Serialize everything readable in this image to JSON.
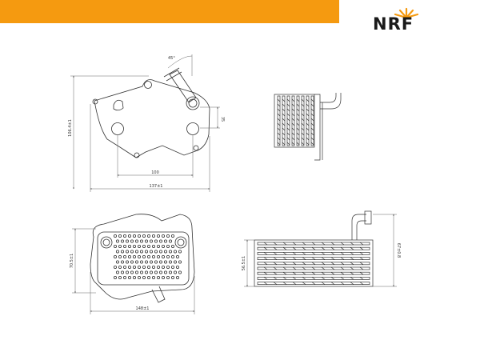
{
  "header": {
    "brand_color": "#f59a10",
    "logo_text": "NRF",
    "logo_icon": "nrf-sunburst-icon"
  },
  "dimensions": {
    "angle_label": "45°",
    "height_front": "106.4±1",
    "width_front": "137±1",
    "hole_spacing": "100",
    "port_offset": "35",
    "height_bottom": "70.5±1",
    "width_bottom": "148±1",
    "height_side": "56.5±1",
    "height_side_total": "67±0.8"
  }
}
